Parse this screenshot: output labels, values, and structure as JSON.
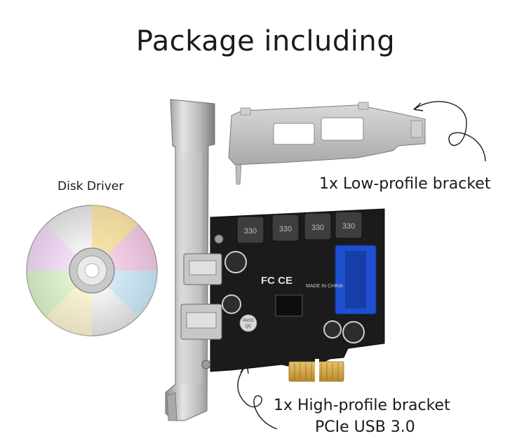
{
  "heading": "Package including",
  "items": {
    "disk": "Disk Driver",
    "low_profile": "1x Low-profile bracket",
    "high_profile": "1x High-profile bracket",
    "product": "PCIe USB 3.0"
  },
  "board_marks": {
    "inductor": "330",
    "pass": "PASS",
    "qc": "QC",
    "made_in": "MADE IN CHINA",
    "cert": "FC CE"
  }
}
